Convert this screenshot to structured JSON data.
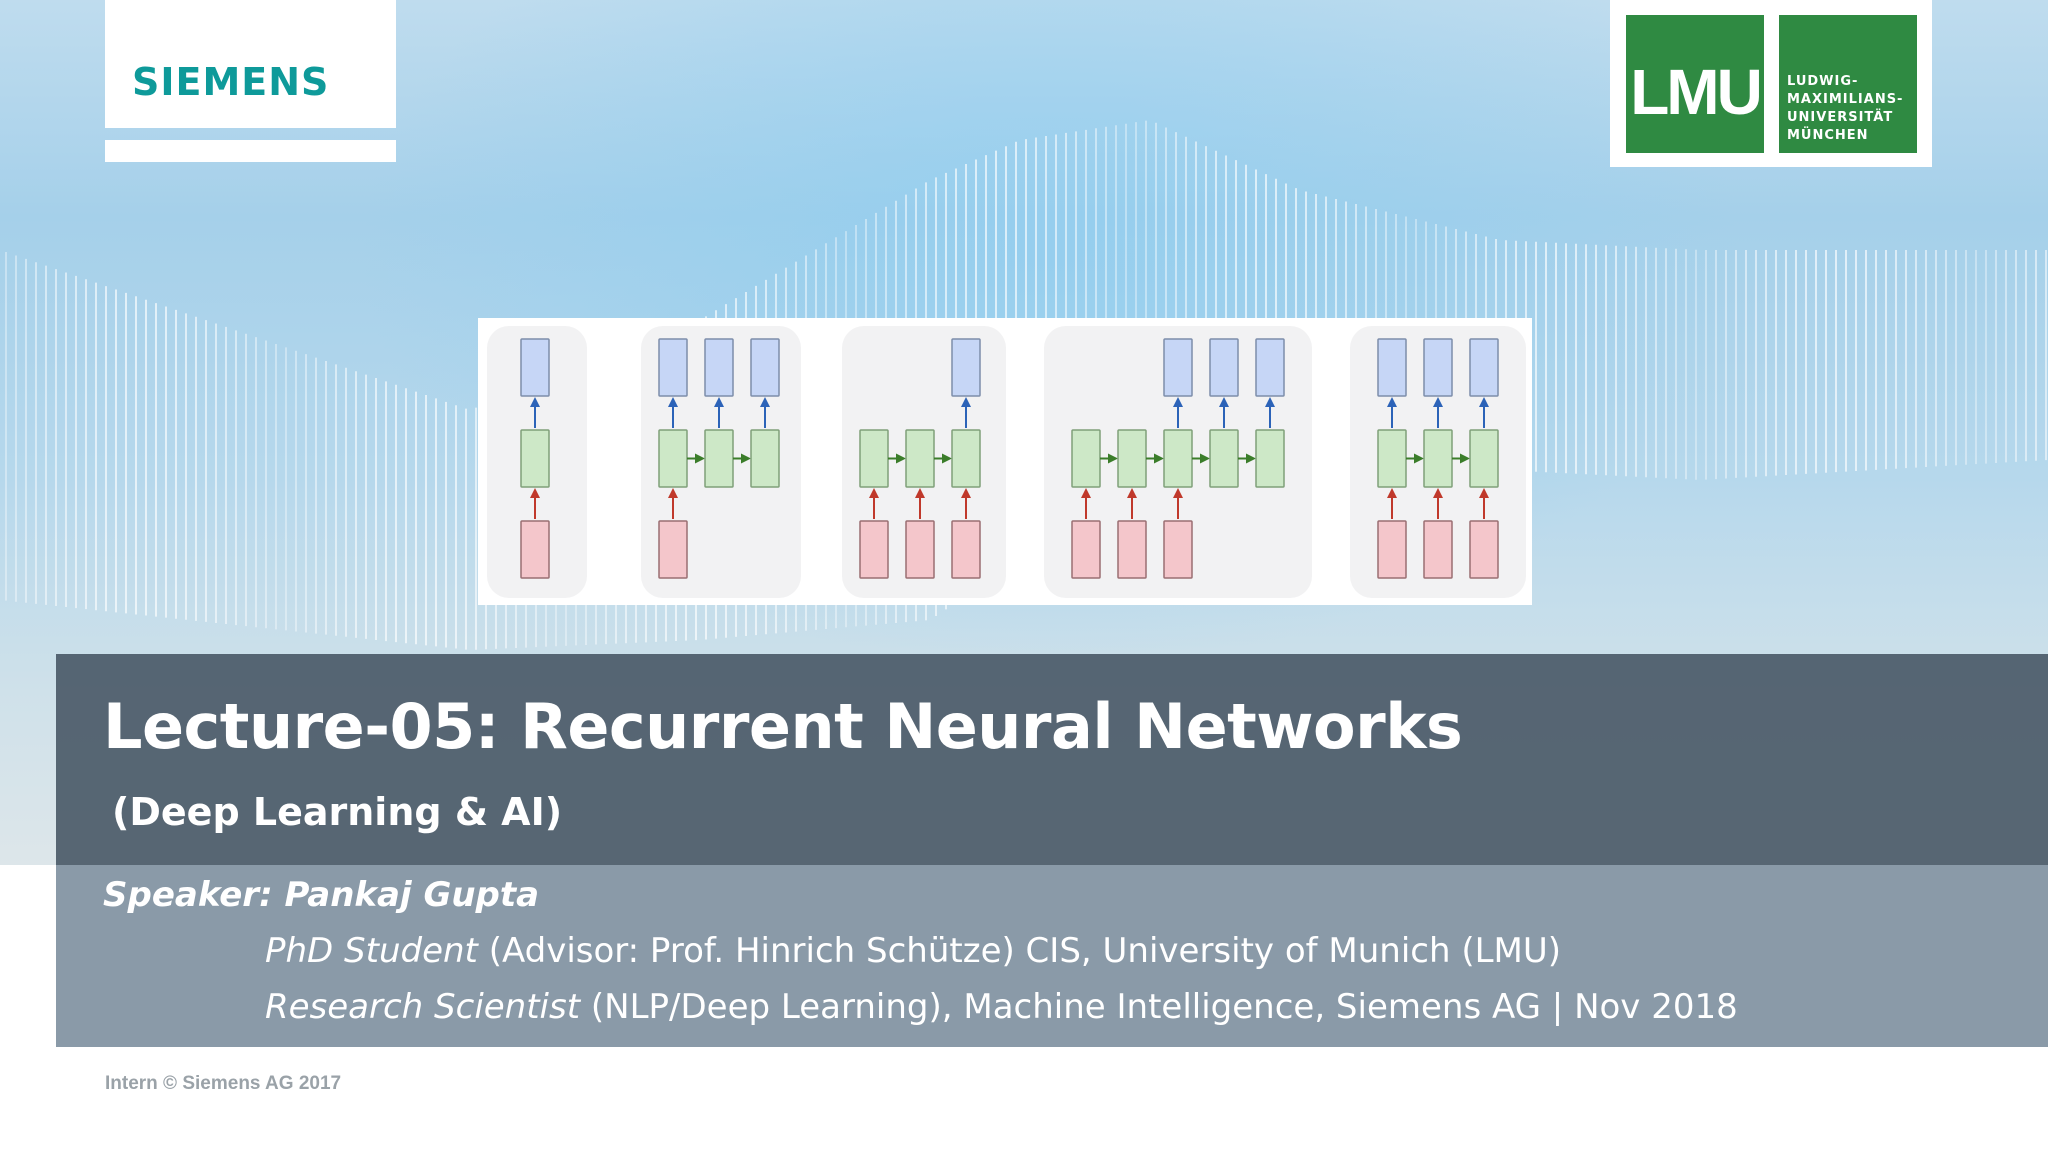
{
  "logos": {
    "siemens": "SIEMENS",
    "lmu_letters": "LMU",
    "lmu_name_lines": [
      "LUDWIG-",
      "MAXIMILIANS-",
      "UNIVERSITÄT",
      "MÜNCHEN"
    ]
  },
  "figure": {
    "panels": [
      {
        "pattern": "one-to-one",
        "inputs": 1,
        "outputs": 1
      },
      {
        "pattern": "one-to-many",
        "inputs": 1,
        "outputs": 3
      },
      {
        "pattern": "many-to-one",
        "inputs": 3,
        "outputs": 1
      },
      {
        "pattern": "many-to-many-delayed",
        "inputs": 3,
        "outputs": 3
      },
      {
        "pattern": "many-to-many-synced",
        "inputs": 3,
        "outputs": 3
      }
    ],
    "colors": {
      "input_fill": "#f4c6cb",
      "input_stroke": "#9a6e72",
      "hidden_fill": "#cde8c7",
      "hidden_stroke": "#7f9f79",
      "output_fill": "#c6d6f6",
      "output_stroke": "#7d8daa",
      "arrow_up_in": "#c0392b",
      "arrow_up_out": "#2c63b8",
      "arrow_right": "#3b7d2a",
      "panel_bg": "#f2f2f3"
    }
  },
  "title": {
    "main": "Lecture-05: Recurrent Neural Networks",
    "sub": "(Deep Learning & AI)"
  },
  "speaker": {
    "label": "Speaker",
    "sep": ": ",
    "name": "Pankaj Gupta",
    "roles": [
      {
        "role": "PhD Student",
        "detail": " (Advisor: Prof. Hinrich Schütze) CIS, University of Munich (LMU)"
      },
      {
        "role": "Research Scientist",
        "detail": " (NLP/Deep Learning), Machine Intelligence, Siemens AG | Nov 2018"
      }
    ]
  },
  "footer": "Intern © Siemens AG 2017",
  "colors": {
    "siemens_teal": "#0e9a9a",
    "lmu_green": "#2f8a42",
    "title_band": "#485866",
    "speaker_band": "#8a9aa8",
    "footer_text": "#9aa2a8"
  }
}
